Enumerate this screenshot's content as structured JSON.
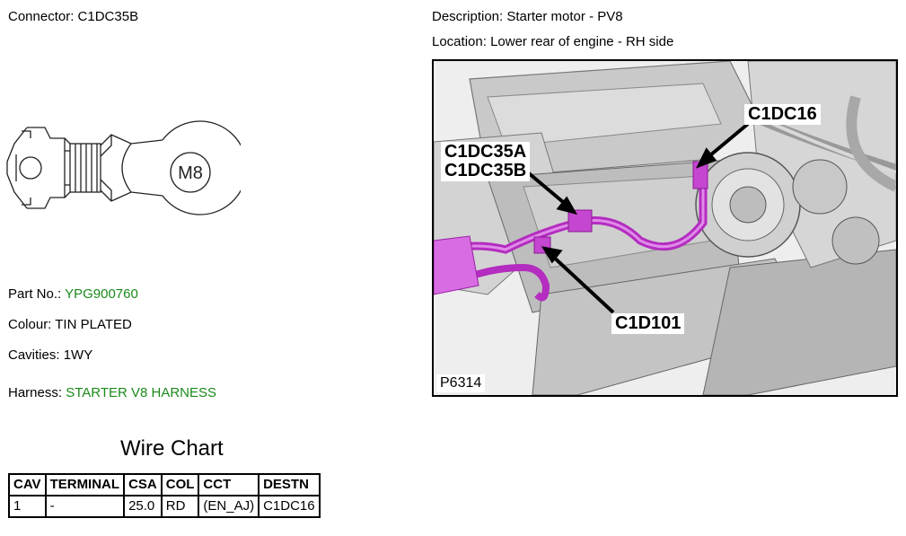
{
  "connector": {
    "label": "Connector:",
    "value": "C1DC35B"
  },
  "description": {
    "label": "Description:",
    "value": "Starter motor - PV8"
  },
  "location": {
    "label": "Location:",
    "value": "Lower rear of engine - RH side"
  },
  "terminal_drawing": {
    "stud_label": "M8"
  },
  "part_no": {
    "label": "Part No.:",
    "value": "YPG900760"
  },
  "colour": {
    "label": "Colour:",
    "value": "TIN PLATED"
  },
  "cavities": {
    "label": "Cavities:",
    "value": "1WY"
  },
  "harness": {
    "label": "Harness:",
    "value": "STARTER V8 HARNESS"
  },
  "wire_chart": {
    "title": "Wire Chart",
    "headers": [
      "CAV",
      "TERMINAL",
      "CSA",
      "COL",
      "CCT",
      "DESTN"
    ],
    "rows": [
      [
        "1",
        "-",
        "25.0",
        "RD",
        "(EN_AJ)",
        "C1DC16"
      ]
    ]
  },
  "photo": {
    "callouts": {
      "c1dc16": "C1DC16",
      "c1dc35a": "C1DC35A",
      "c1dc35b": "C1DC35B",
      "c1d101": "C1D101"
    },
    "figure_id": "P6314"
  },
  "colors": {
    "link_green": "#1a8a1a",
    "harness_magenta": "#b42cc0"
  }
}
